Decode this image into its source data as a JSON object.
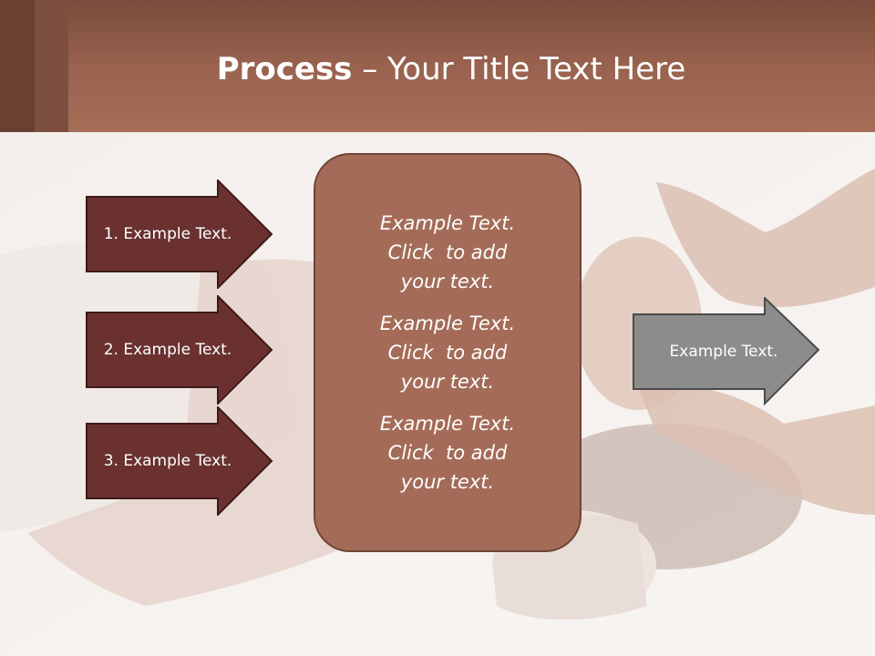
{
  "title": {
    "bold": "Process",
    "rest": " – Your Title Text Here"
  },
  "left_arrows": [
    {
      "label": "1. Example Text."
    },
    {
      "label": "2. Example Text."
    },
    {
      "label": "3. Example Text."
    }
  ],
  "center_box": {
    "items": [
      {
        "line1": "Example Text.",
        "line2": "Click  to add",
        "line3": "your text."
      },
      {
        "line1": "Example Text.",
        "line2": "Click  to add",
        "line3": "your text."
      },
      {
        "line1": "Example Text.",
        "line2": "Click  to add",
        "line3": "your text."
      }
    ]
  },
  "right_arrow": {
    "label": "Example Text."
  },
  "colors": {
    "header": "#9b6450",
    "left_arrow_fill": "#6a3130",
    "center_box_fill": "#a46c58",
    "right_arrow_fill": "#8c8c8c"
  }
}
